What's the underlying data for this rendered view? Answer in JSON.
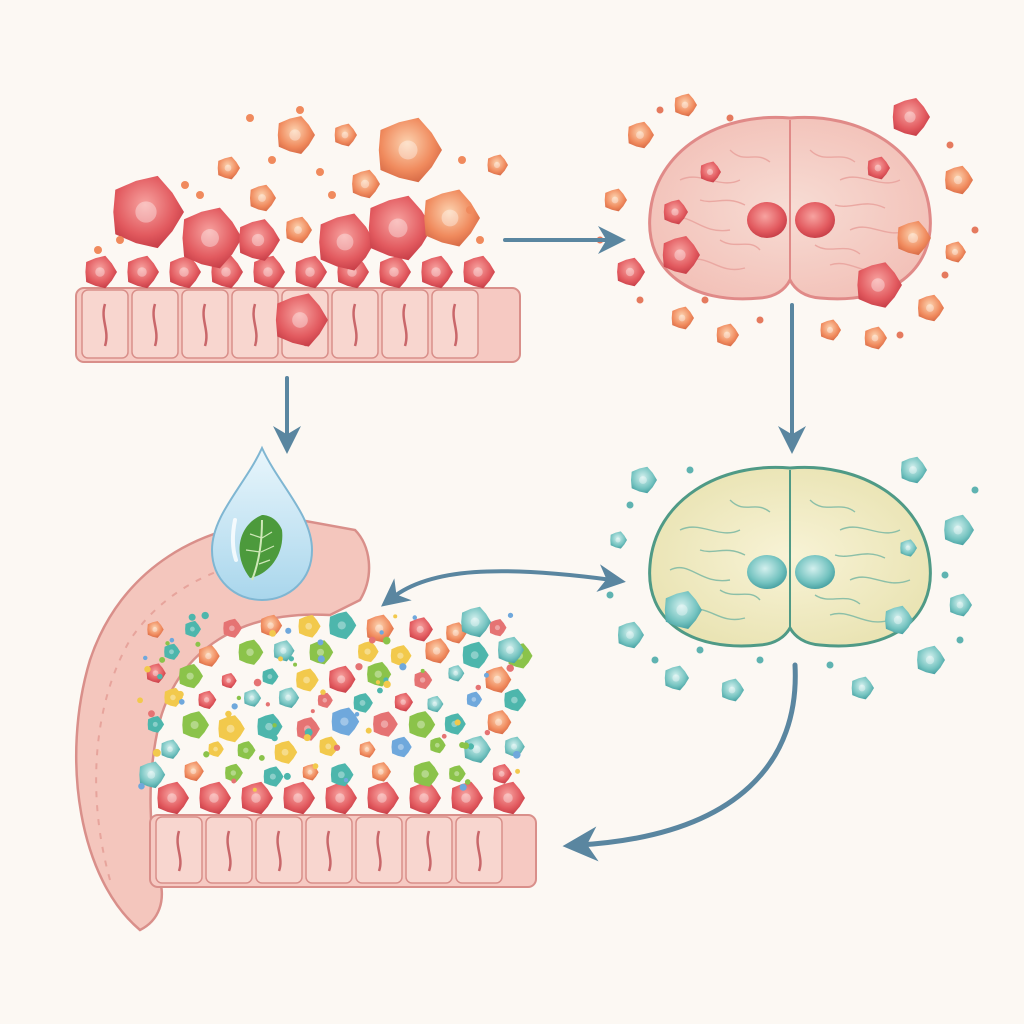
{
  "diagram": {
    "kind": "gut-brain axis illustration",
    "background": "#fcf8f3",
    "colors": {
      "inflamed_red": "#e25a5f",
      "inflamed_orange": "#f08a5d",
      "tissue_pink": "#f6c9c2",
      "tissue_edge": "#d98f8a",
      "healthy_teal": "#6fbfbd",
      "brain_healthy_fill": "#f1ecc3",
      "arrow": "#5a86a0",
      "leaf_green": "#4c9a3c",
      "drop_blue": "#bfe2f2"
    },
    "panels": [
      {
        "id": "inflamed-gut",
        "state": "inflamed"
      },
      {
        "id": "inflamed-brain",
        "state": "inflamed"
      },
      {
        "id": "healthy-brain",
        "state": "healthy"
      },
      {
        "id": "healthy-gut-with-microbiome",
        "state": "healthy"
      }
    ],
    "icons": [
      "water-drop-icon",
      "leaf-icon"
    ],
    "arrows": [
      {
        "from": "inflamed-gut",
        "to": "inflamed-brain",
        "style": "straight"
      },
      {
        "from": "inflamed-gut",
        "to": "healthy-gut-with-microbiome",
        "style": "straight"
      },
      {
        "from": "inflamed-brain",
        "to": "healthy-brain",
        "style": "straight"
      },
      {
        "from": "healthy-brain",
        "to": "healthy-gut-with-microbiome",
        "style": "double-headed"
      },
      {
        "from": "healthy-brain",
        "to": "healthy-gut-with-microbiome",
        "style": "curved"
      }
    ]
  }
}
